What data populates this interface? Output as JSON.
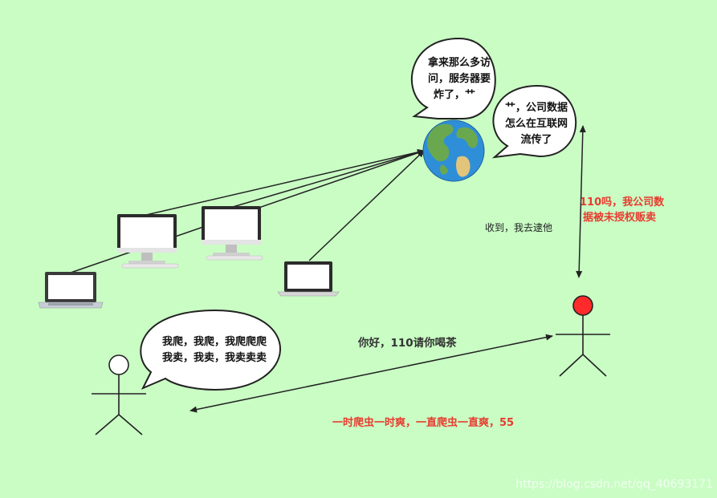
{
  "bubbles": {
    "server": [
      "拿来那么多访",
      "问，服务器要",
      "炸了，艹"
    ],
    "company": [
      "艹，公司数据",
      "怎么在互联网",
      "流传了"
    ],
    "crawler": [
      "我爬，我爬，我爬爬爬",
      "我卖，我卖，我卖卖卖"
    ]
  },
  "labels": {
    "received": "收到，我去逮他",
    "report": [
      "110吗，我公司数",
      "据被未授权贩卖"
    ],
    "greeting": "你好，110请你喝茶",
    "lament": "一时爬虫一时爽，一直爬虫一直爽，55"
  },
  "watermark": "https://blog.csdn.net/qq_40693171",
  "icons": {
    "globe": "earth-globe-icon",
    "desktop": "desktop-monitor-icon",
    "laptop": "laptop-icon",
    "person": "stick-figure-icon"
  },
  "colors": {
    "background": "#c9fdc4",
    "police_head": "#ff2a2a",
    "red_text": "#e83a2e"
  }
}
